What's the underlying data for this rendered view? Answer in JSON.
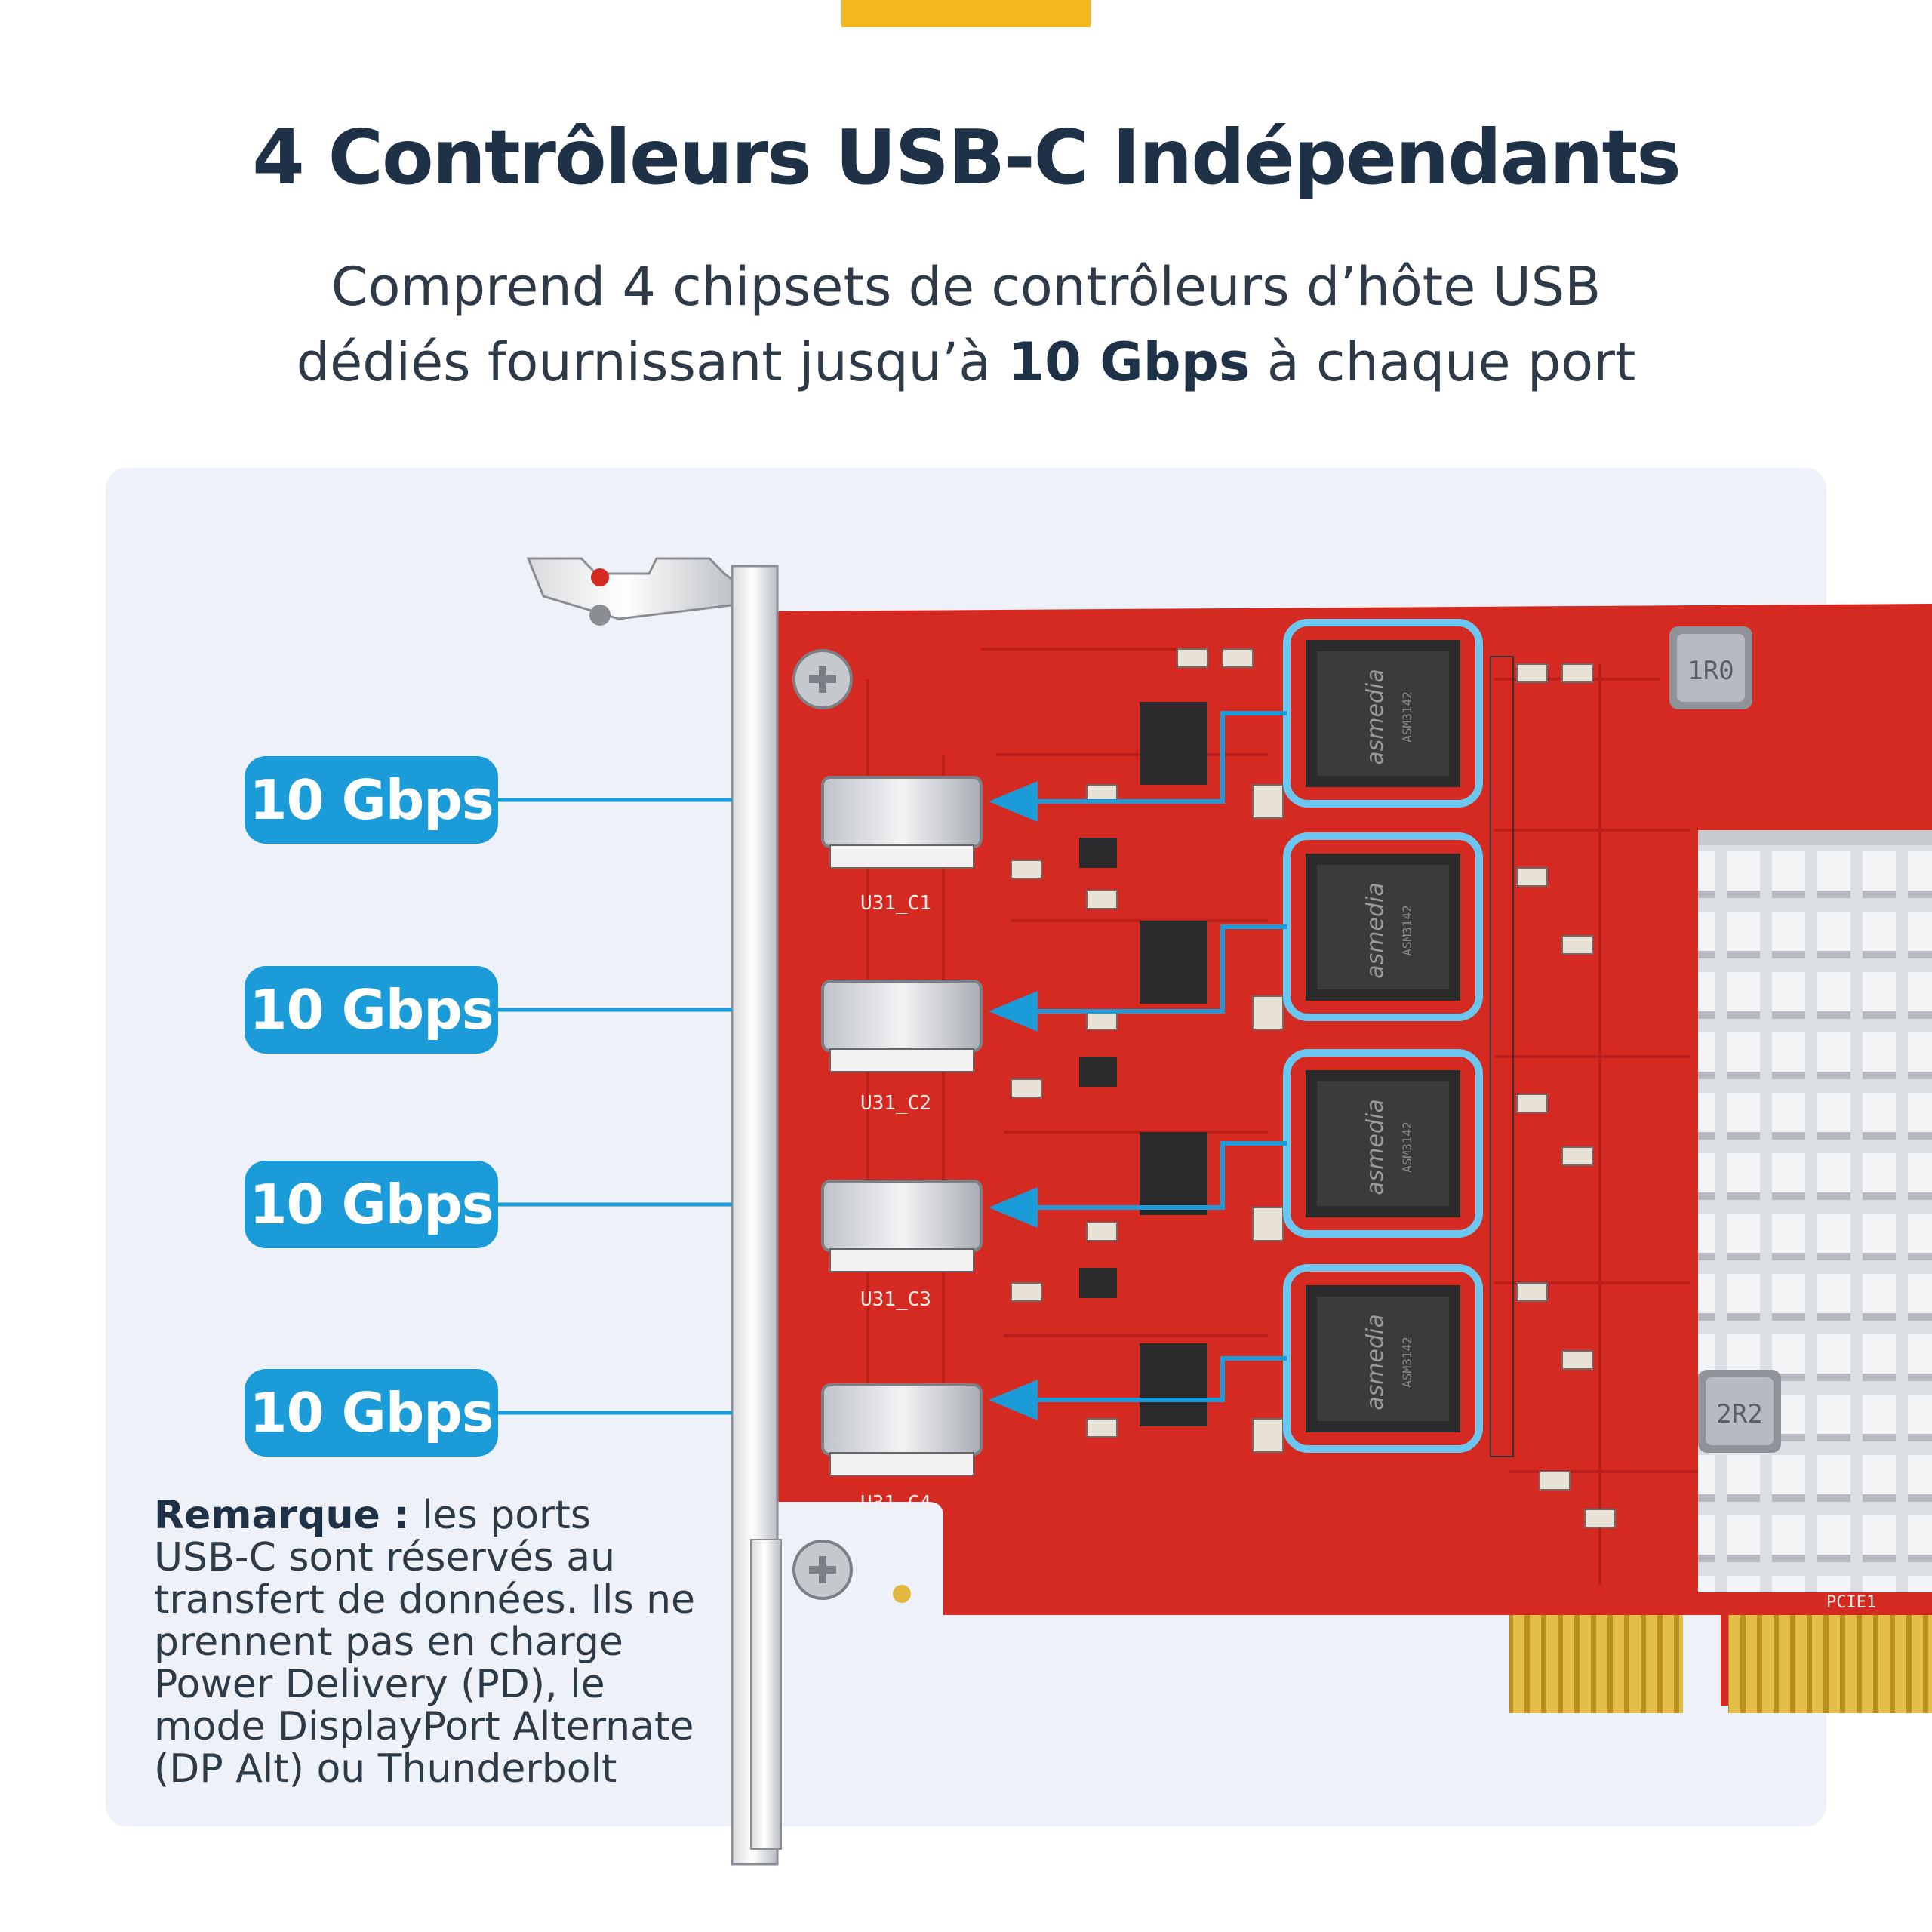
{
  "header": {
    "title": "4 Contrôleurs USB-C Indépendants",
    "subtitle_line1": "Comprend 4 chipsets de contrôleurs d’hôte USB",
    "subtitle_line2_pre": "dédiés fournissant jusqu’à ",
    "subtitle_line2_bold": "10 Gbps",
    "subtitle_line2_post": " à chaque port",
    "accent_color": "#f5b91e"
  },
  "ports": [
    {
      "speed": "10 Gbps",
      "label": "U31_C1"
    },
    {
      "speed": "10 Gbps",
      "label": "U31_C2"
    },
    {
      "speed": "10 Gbps",
      "label": "U31_C3"
    },
    {
      "speed": "10 Gbps",
      "label": "U31_C4"
    }
  ],
  "chips": [
    {
      "brand": "asmedia",
      "model": "ASM3142"
    },
    {
      "brand": "asmedia",
      "model": "ASM3142"
    },
    {
      "brand": "asmedia",
      "model": "ASM3142"
    },
    {
      "brand": "asmedia",
      "model": "ASM3142"
    }
  ],
  "board": {
    "inductor_top": "1R0",
    "inductor_bottom": "2R2",
    "pcie_label": "PCIE1",
    "pcb_color": "#d42a22",
    "highlight_color": "#1b9bd8"
  },
  "note": {
    "bold": "Remarque :",
    "text": " les ports USB-C sont réservés au transfert de données. Ils ne prennent pas en charge Power Delivery (PD), le mode DisplayPort Alternate (DP Alt) ou Thunderbolt"
  }
}
